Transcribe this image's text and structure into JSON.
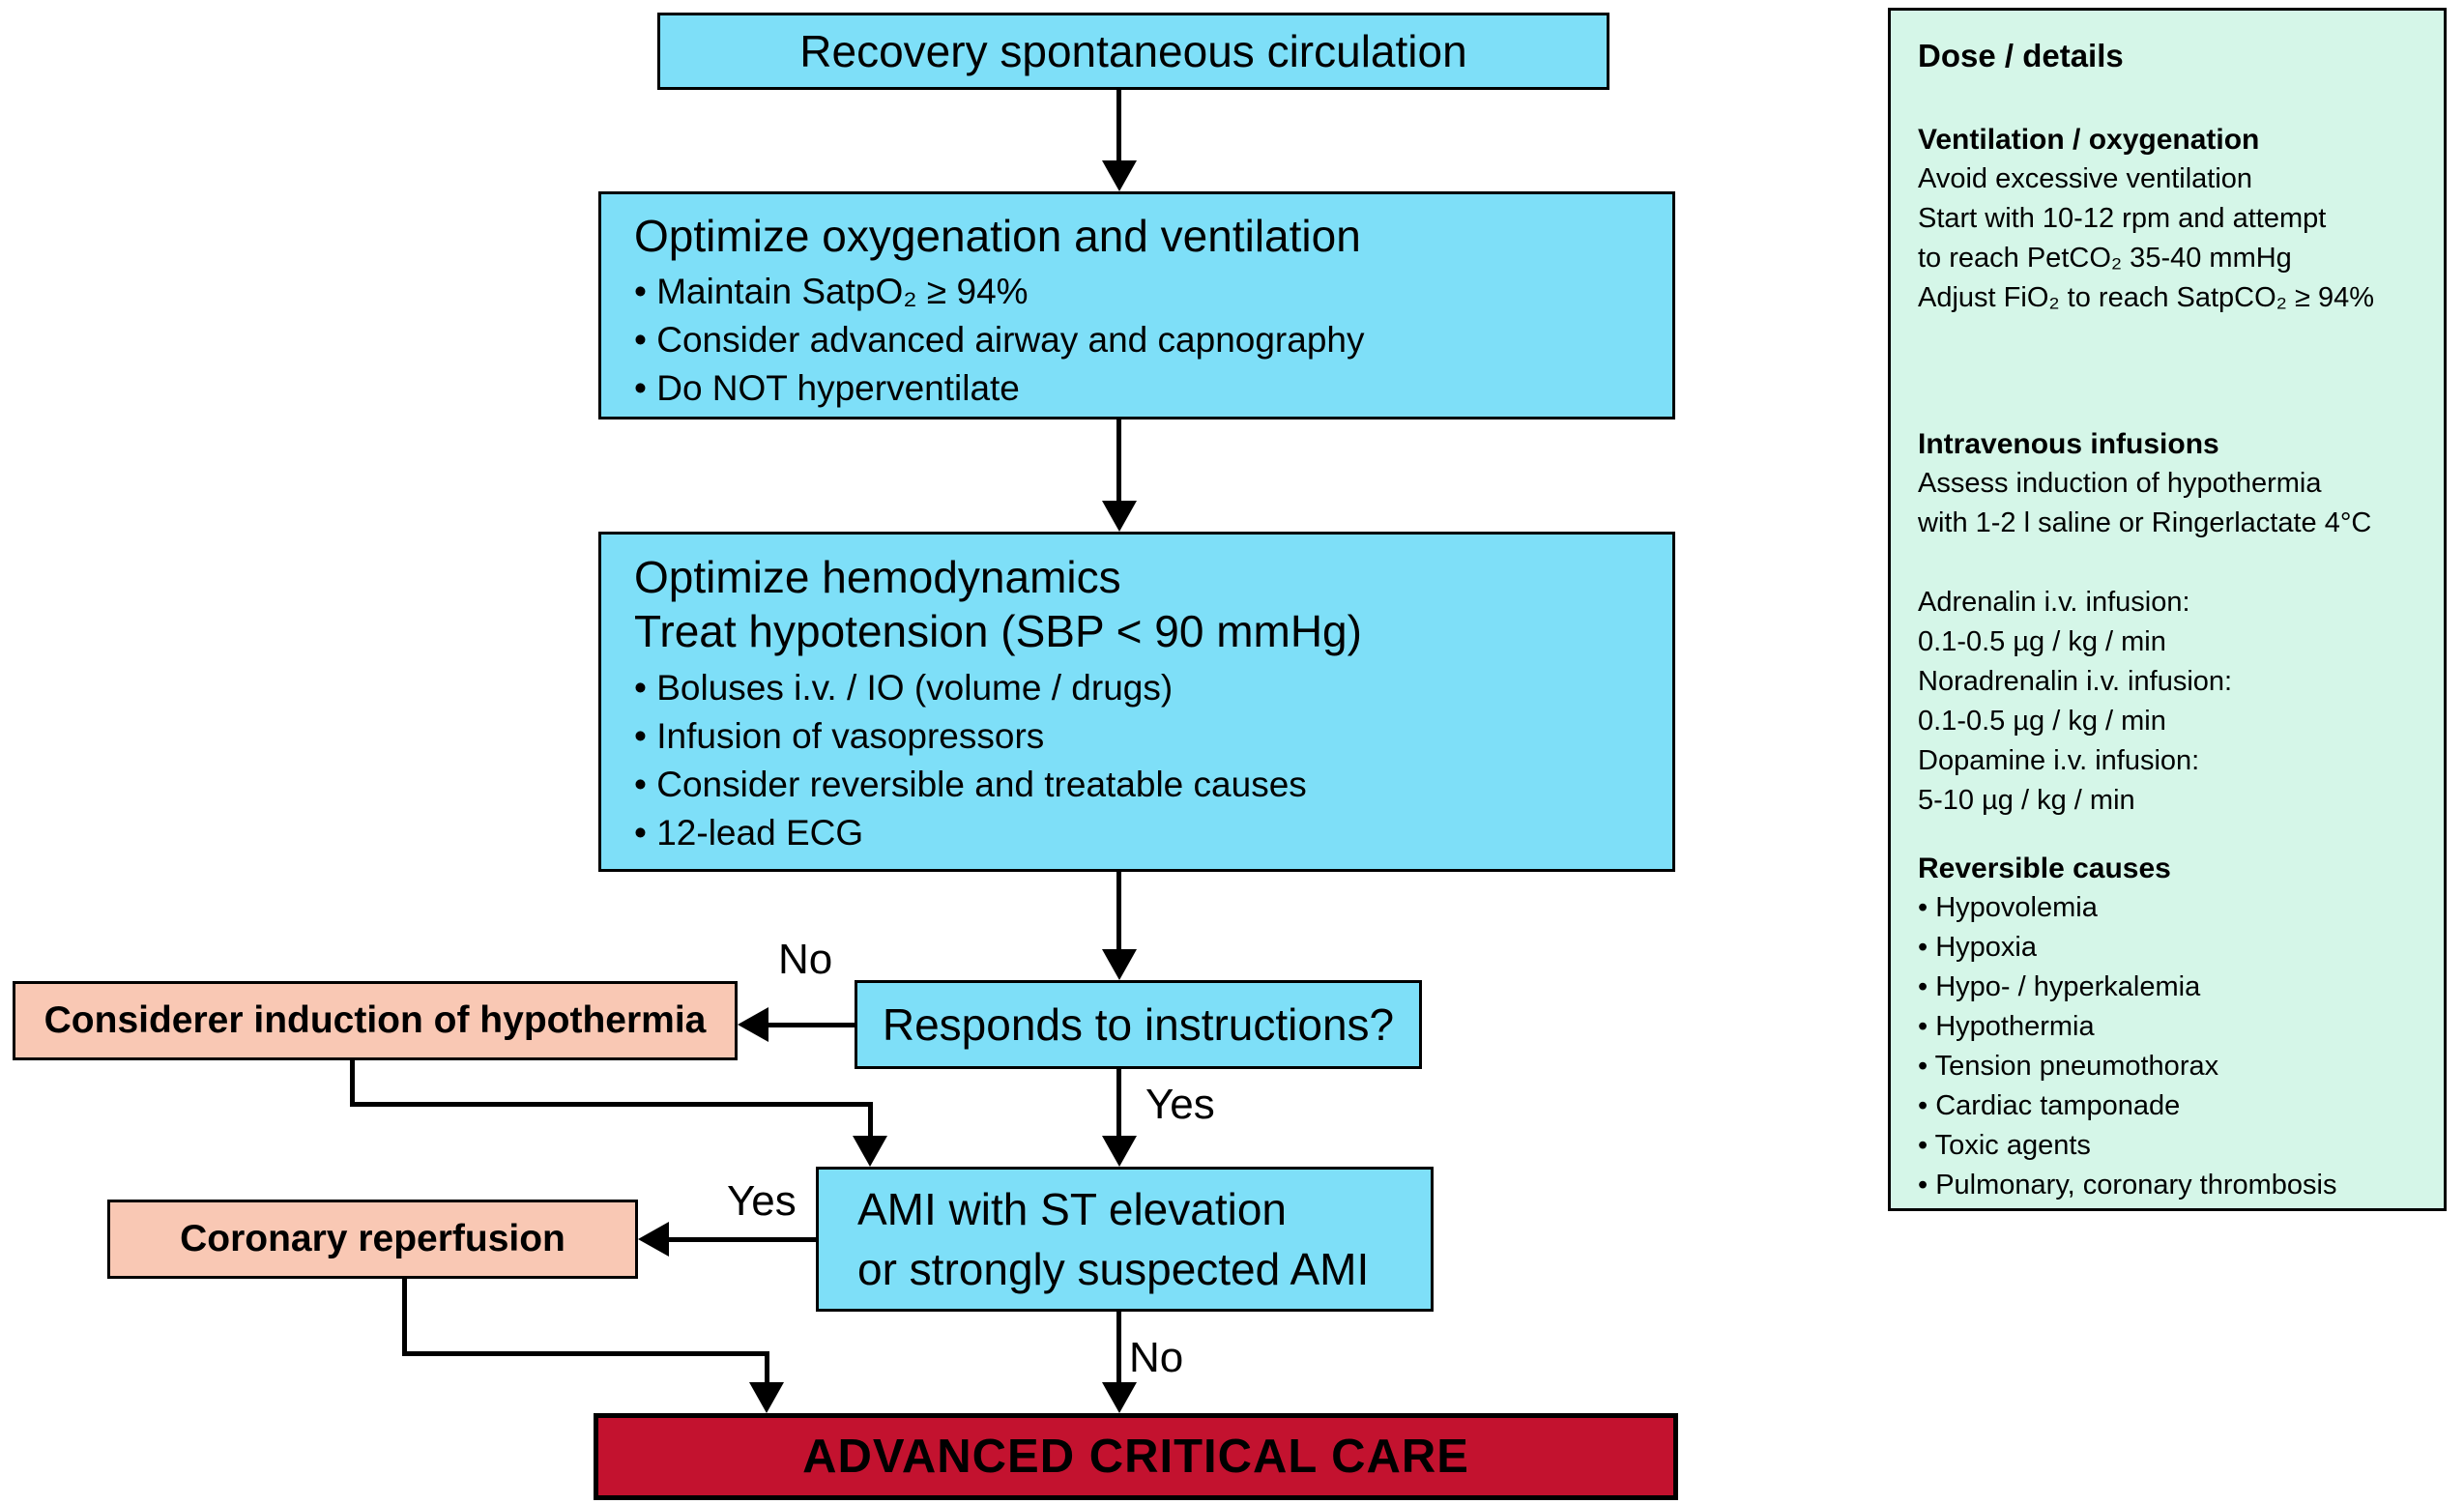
{
  "flow": {
    "box1": {
      "title": "Recovery spontaneous circulation"
    },
    "box2": {
      "title": "Optimize oxygenation and ventilation",
      "bullets": [
        "• Maintain SatpO₂ ≥ 94%",
        "• Consider advanced airway and capnography",
        "• Do NOT hyperventilate"
      ]
    },
    "box3": {
      "title_line1": "Optimize hemodynamics",
      "title_line2": "Treat hypotension (SBP < 90 mmHg)",
      "bullets": [
        "• Boluses i.v. / IO (volume / drugs)",
        "• Infusion of vasopressors",
        "• Consider reversible and treatable causes",
        "• 12-lead ECG"
      ]
    },
    "decision_responds": {
      "label": "Responds to instructions?",
      "no_label": "No",
      "yes_label": "Yes"
    },
    "hypothermia": {
      "label": "Considerer induction of hypothermia"
    },
    "ami": {
      "line1": "AMI with ST elevation",
      "line2": "or strongly suspected AMI",
      "yes_label": "Yes",
      "no_label": "No"
    },
    "coronary": {
      "label": "Coronary reperfusion"
    },
    "critical_care": {
      "label": "ADVANCED CRITICAL CARE"
    }
  },
  "panel": {
    "title": "Dose / details",
    "sections": [
      {
        "heading": "Ventilation / oxygenation",
        "lines": [
          "Avoid excessive ventilation",
          "Start with 10-12 rpm and attempt",
          "to reach PetCO₂ 35-40 mmHg",
          "Adjust FiO₂ to reach SatpCO₂ ≥ 94%"
        ]
      },
      {
        "heading": "Intravenous infusions",
        "lines": [
          "Assess induction of hypothermia",
          "with 1-2 l saline or Ringerlactate 4°C"
        ],
        "lines2": [
          "Adrenalin i.v. infusion:",
          "0.1-0.5 µg / kg / min",
          "Noradrenalin i.v. infusion:",
          "0.1-0.5 µg / kg / min",
          "Dopamine i.v. infusion:",
          "5-10 µg / kg / min"
        ]
      },
      {
        "heading": "Reversible causes",
        "lines": [
          "• Hypovolemia",
          "• Hypoxia",
          "• Hypo- / hyperkalemia",
          "• Hypothermia",
          "• Tension pneumothorax",
          "• Cardiac tamponade",
          "• Toxic agents",
          "• Pulmonary, coronary thrombosis"
        ]
      }
    ]
  },
  "colors": {
    "process_box": "#7EDFF8",
    "action_box": "#F9C8B4",
    "critical_box": "#C3122F",
    "panel_bg": "#D5F6E8"
  }
}
